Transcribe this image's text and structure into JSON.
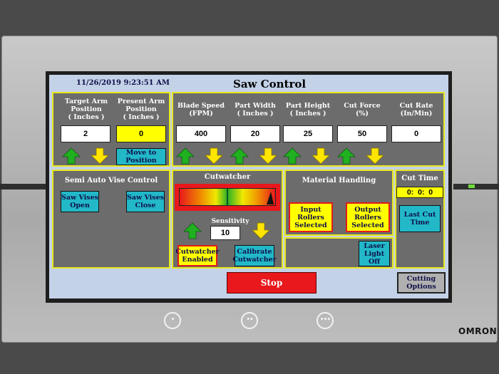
{
  "header": {
    "datetime": "11/26/2019 9:23:51 AM",
    "title": "Saw Control"
  },
  "arm": {
    "target_label": "Target Arm\nPosition\n( Inches )",
    "target_value": "2",
    "present_label": "Present Arm\nPosition\n( Inches )",
    "present_value": "0",
    "move_button": "Move to\nPosition"
  },
  "params": [
    {
      "label": "Blade Speed\n(FPM)",
      "value": "400"
    },
    {
      "label": "Part Width\n( Inches )",
      "value": "20"
    },
    {
      "label": "Part Height\n( Inches )",
      "value": "25"
    },
    {
      "label": "Cut Force\n(%)",
      "value": "50"
    },
    {
      "label": "Cut Rate\n(In/Min)",
      "value": "0"
    }
  ],
  "vise": {
    "title": "Semi Auto Vise Control",
    "open_button": "Saw Vises\nOpen",
    "close_button": "Saw Vises\nClose"
  },
  "cutwatcher": {
    "title": "Cutwatcher",
    "sensitivity_label": "Sensitivity",
    "sensitivity_value": "10",
    "enabled_button": "Cutwatcher\nEnabled",
    "calibrate_button": "Calibrate\nCutwatcher"
  },
  "material": {
    "title": "Material Handling",
    "input_button": "Input\nRollers\nSelected",
    "output_button": "Output\nRollers\nSelected",
    "laser_button": "Laser\nLight\nOff"
  },
  "cut_time": {
    "title": "Cut Time",
    "value": "0:  0:  0",
    "last_button": "Last Cut\nTime"
  },
  "footer": {
    "stop_button": "Stop",
    "options_button": "Cutting\nOptions"
  },
  "device": {
    "brand": "OMRON",
    "button_1": "•",
    "button_2": "••",
    "button_3": "•••"
  },
  "colors": {
    "panel_border": "#e8e81c",
    "panel_bg": "#6c6c6c",
    "cyan_button": "#22b8c8",
    "stop_red": "#e8181c",
    "arrow_up": "#20b020",
    "arrow_down": "#ffe500"
  }
}
